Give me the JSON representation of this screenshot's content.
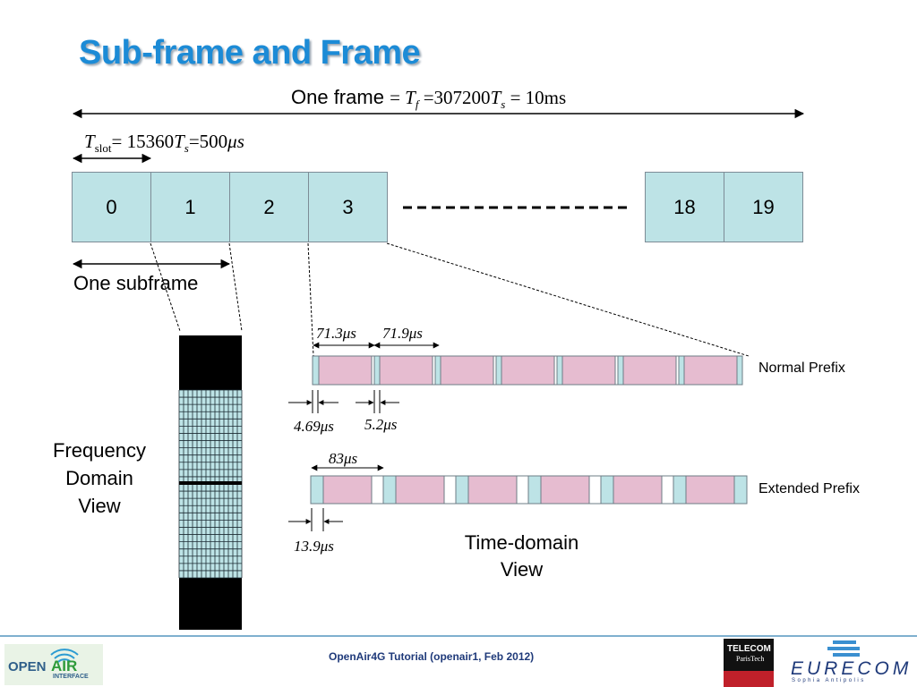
{
  "title": "Sub-frame and Frame",
  "frame": {
    "label": "One frame",
    "eq1": "=",
    "tf_main": "T",
    "tf_sub": "f",
    "eq2": "=307200",
    "ts_main": "T",
    "ts_sub": "s",
    "eq3": "= 10ms"
  },
  "slot_eq": {
    "t_main": "T",
    "t_sub": "slot",
    "part1": "= 15360",
    "ts_main": "T",
    "ts_sub": "s",
    "part2": "=500",
    "mu": "μ",
    "s": "s"
  },
  "slots": [
    "0",
    "1",
    "2",
    "3",
    "18",
    "19"
  ],
  "subframe_label": "One subframe",
  "frequency_view": [
    "Frequency",
    "Domain",
    "View"
  ],
  "time_view": [
    "Time-domain",
    "View"
  ],
  "normal": {
    "label": "Normal Prefix",
    "dur1": "71.3μs",
    "dur2": "71.9μs",
    "cp1": "4.69μs",
    "cp2": "5.2μs"
  },
  "extended": {
    "label": "Extended Prefix",
    "dur": "83μs",
    "cp": "13.9μs"
  },
  "footer": {
    "text": "OpenAir4G Tutorial (openair1, Feb 2012)",
    "logo_left": [
      "OPEN",
      "AIR",
      "INTERFACE"
    ],
    "logo_telecom": [
      "TELECOM",
      "Paris",
      "Tech"
    ],
    "logo_eurecom": [
      "EURECOM",
      "Sophia Antipolis"
    ]
  },
  "colors": {
    "title": "#1c8bd6",
    "slot_fill": "#bde3e6",
    "symbol_fill": "#e6bcd0",
    "cp_fill": "#bde3e6",
    "footer_line": "#7fb0cf"
  }
}
